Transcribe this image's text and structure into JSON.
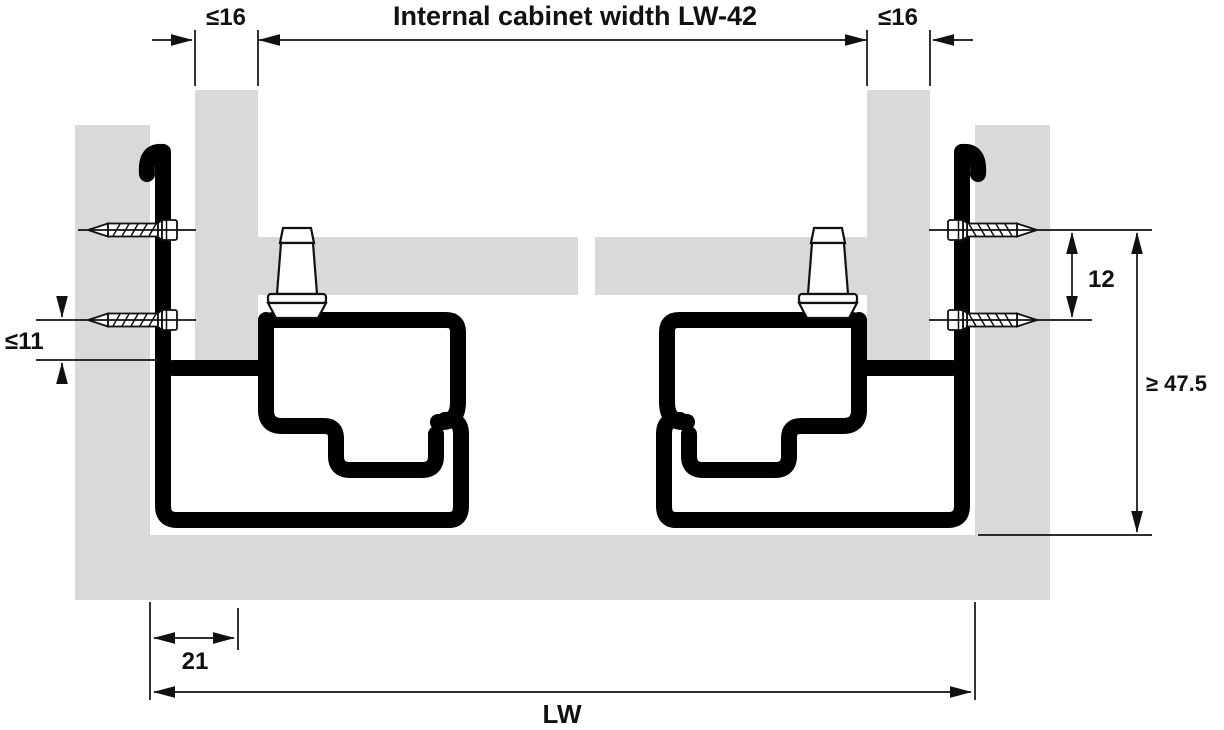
{
  "diagram": {
    "title": "Internal cabinet width LW-42",
    "dimensions": {
      "left_panel_thickness": "≤16",
      "right_panel_thickness": "≤16",
      "lower_screw_to_panel_edge": "≤11",
      "screw_row_spacing": "12",
      "min_install_height": "≥ 47.5",
      "runner_bottom_offset": "21",
      "internal_width": "LW"
    },
    "colors": {
      "panel_fill": "#d9d9d9",
      "profile_stroke": "#000000",
      "dimension_stroke": "#111111"
    }
  }
}
